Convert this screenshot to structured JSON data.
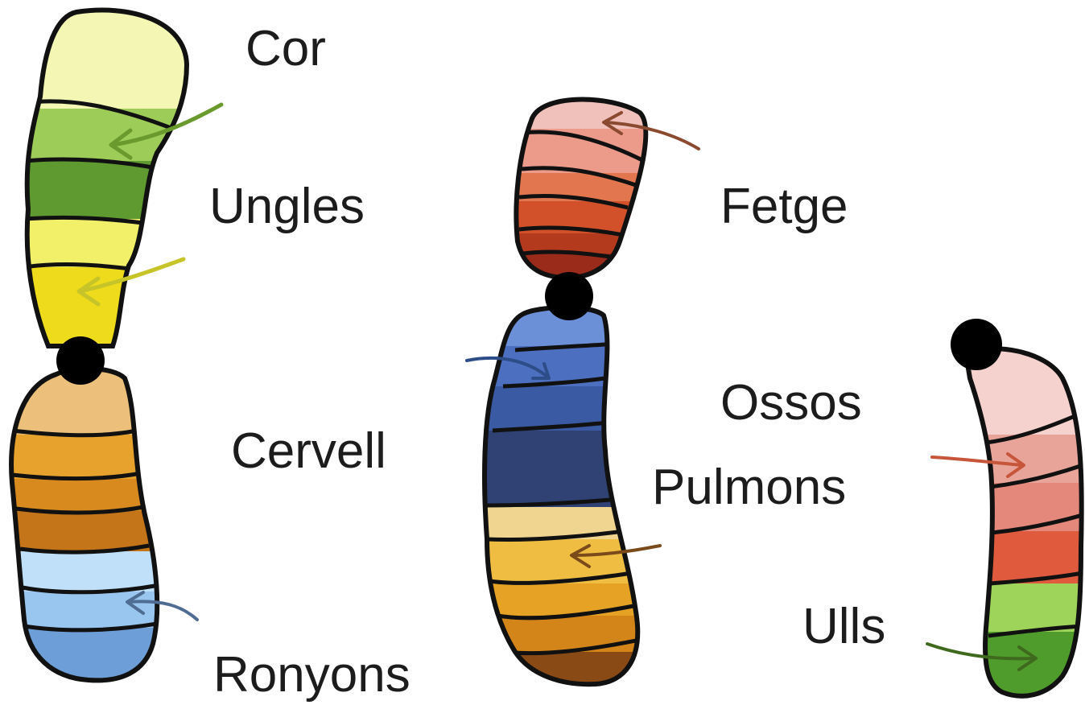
{
  "labels": {
    "cor": "Cor",
    "ungles": "Ungles",
    "cervell": "Cervell",
    "ronyons": "Ronyons",
    "fetge": "Fetge",
    "ossos": "Ossos",
    "pulmons": "Pulmons",
    "ulls": "Ulls"
  },
  "colors": {
    "outline": "#111111",
    "centromere": "#000000",
    "chromosome_1_bands": [
      "#f4f7b4",
      "#9dcc58",
      "#5e9a2f",
      "#f2f069",
      "#eedc1c",
      "#ecc07a",
      "#e6a22c",
      "#d88a1e",
      "#c57519",
      "#bfe0f8",
      "#99c6ee",
      "#6e9ed8"
    ],
    "chromosome_2_bands": [
      "#f0c1ba",
      "#ec9a8a",
      "#e2764f",
      "#d2512a",
      "#b43a1e",
      "#9a2b1a",
      "#6c90d8",
      "#4d6fc0",
      "#3a5aa3",
      "#2f4273",
      "#f0d590",
      "#eebd42",
      "#e6a225",
      "#d48519",
      "#b8681a",
      "#8a4a16"
    ],
    "chromosome_3_bands": [
      "#f5d2cd",
      "#e9a49a",
      "#e4887b",
      "#e05a3d",
      "#9ed45a",
      "#4f9c2c"
    ],
    "arrow_green": "#6a9a2e",
    "arrow_yellow": "#c7c42a",
    "arrow_blue": "#4f6c92",
    "arrow_brown": "#8a4a30",
    "arrow_navy": "#2c4d88",
    "arrow_orange": "#7a4a1a",
    "arrow_red": "#c6553a",
    "arrow_darkgreen": "#3f6a1e"
  }
}
